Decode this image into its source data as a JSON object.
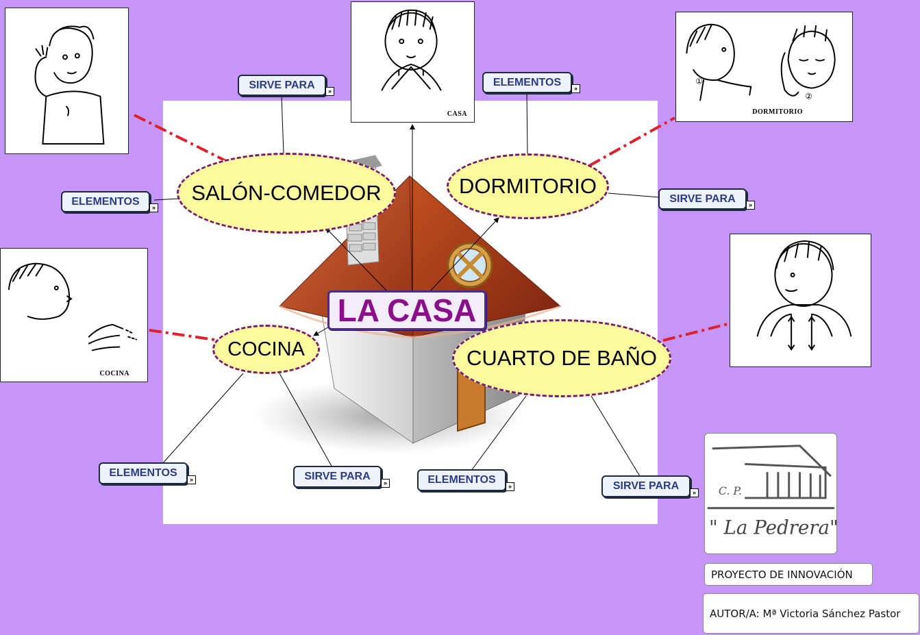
{
  "root": {
    "label": "LA CASA"
  },
  "concepts": {
    "salon": "SALÓN-COMEDOR",
    "dormitorio": "DORMITORIO",
    "cocina": "COCINA",
    "bano": "CUARTO DE BAÑO"
  },
  "links": {
    "salon_sirve": "SIRVE PARA",
    "salon_elementos": "ELEMENTOS",
    "dormitorio_elementos": "ELEMENTOS",
    "dormitorio_sirve": "SIRVE PARA",
    "cocina_elementos": "ELEMENTOS",
    "cocina_sirve": "SIRVE PARA",
    "bano_elementos": "ELEMENTOS",
    "bano_sirve": "SIRVE PARA",
    "arrow_glyph": "»"
  },
  "signs": {
    "casa": "CASA",
    "dormitorio": "DORMITORIO",
    "cocina": "COCINA",
    "dormitorio_num_1": "①",
    "dormitorio_num_2": "②"
  },
  "logo": {
    "initials": "C. P.",
    "name": "\" La Pedrera\""
  },
  "footer": {
    "project": "PROYECTO DE INNOVACIÓN",
    "author": "AUTOR/A: Mª Victoria Sánchez Pastor"
  },
  "colors": {
    "background": "#c596f7",
    "concept_fill": "#fbfb9e",
    "concept_border": "#7a1a78",
    "root_text": "#8a0f8a",
    "tag_text": "#2b3a86",
    "dash_link": "#e0202a",
    "roof": "#b8461c"
  }
}
